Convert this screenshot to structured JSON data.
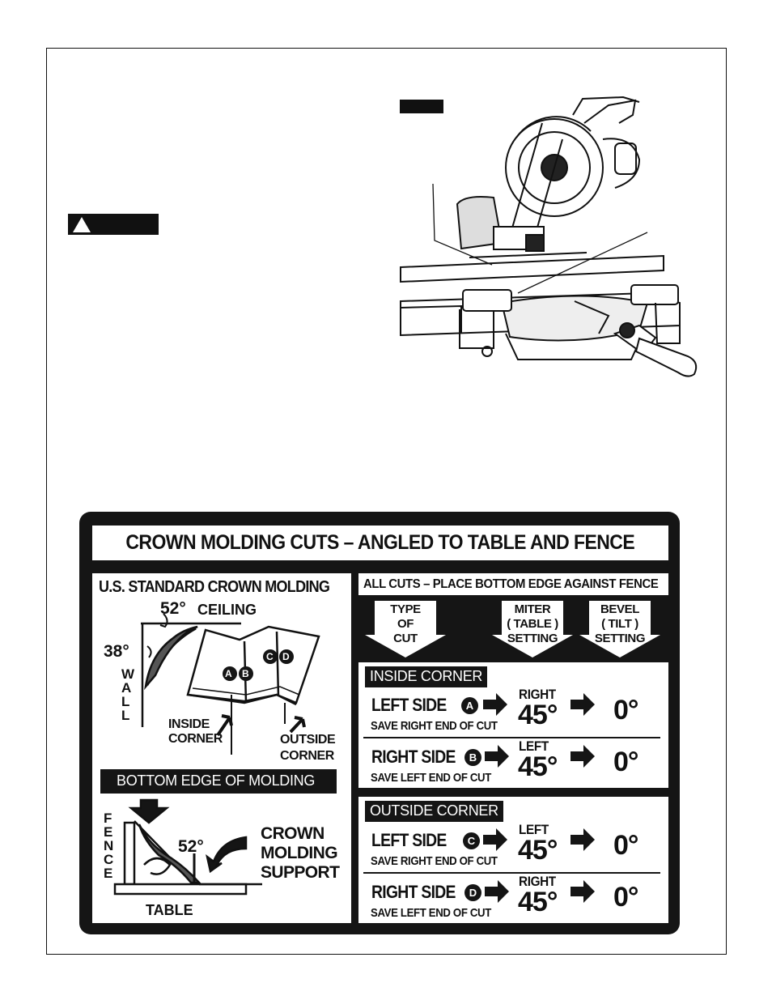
{
  "panel": {
    "title": "CROWN MOLDING CUTS – ANGLED TO TABLE AND FENCE",
    "left": {
      "heading": "U.S. STANDARD CROWN MOLDING",
      "ceiling_angle": "52°",
      "ceiling_label": "CEILING",
      "wall_angle": "38°",
      "wall_label": "W\nA\nL\nL",
      "inside_corner": "INSIDE\nCORNER",
      "outside_corner": "OUTSIDE\nCORNER",
      "badges": [
        "A",
        "B",
        "C",
        "D"
      ],
      "bottom_edge": "BOTTOM EDGE OF MOLDING",
      "fence_label": "F\nE\nN\nC\nE",
      "support_angle": "52°",
      "support_label": "CROWN\nMOLDING\nSUPPORT",
      "table_label": "TABLE"
    },
    "right": {
      "heading": "ALL CUTS – PLACE BOTTOM EDGE AGAINST FENCE",
      "columns": [
        "TYPE\nOF\nCUT",
        "MITER\n( TABLE )\nSETTING",
        "BEVEL\n( TILT )\nSETTING"
      ],
      "sections": [
        {
          "title": "INSIDE CORNER",
          "rows": [
            {
              "side": "LEFT SIDE",
              "badge": "A",
              "save": "SAVE RIGHT END OF CUT",
              "direction": "RIGHT",
              "miter": "45°",
              "bevel": "0°"
            },
            {
              "side": "RIGHT SIDE",
              "badge": "B",
              "save": "SAVE LEFT END OF CUT",
              "direction": "LEFT",
              "miter": "45°",
              "bevel": "0°"
            }
          ]
        },
        {
          "title": "OUTSIDE CORNER",
          "rows": [
            {
              "side": "LEFT SIDE",
              "badge": "C",
              "save": "SAVE RIGHT END OF CUT",
              "direction": "LEFT",
              "miter": "45°",
              "bevel": "0°"
            },
            {
              "side": "RIGHT SIDE",
              "badge": "D",
              "save": "SAVE LEFT END OF CUT",
              "direction": "RIGHT",
              "miter": "45°",
              "bevel": "0°"
            }
          ]
        }
      ]
    }
  }
}
